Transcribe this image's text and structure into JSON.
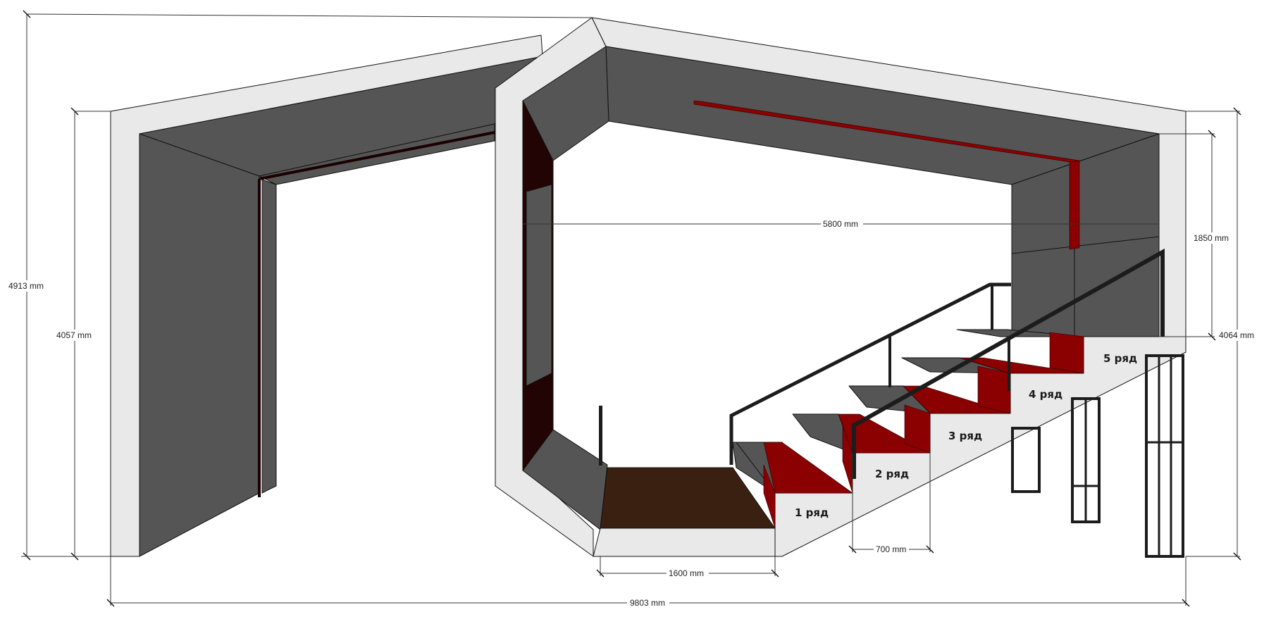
{
  "dimensions": {
    "overall_height": "4913 mm",
    "left_height": "4057 mm",
    "right_height": "4064 mm",
    "ceiling_drop": "1850 mm",
    "inner_width": "5800 mm",
    "step_depth": "700 mm",
    "landing_depth": "1600 mm",
    "overall_width": "9803 mm"
  },
  "rows": [
    "1 ряд",
    "2 ряд",
    "3 ряд",
    "4 ряд",
    "5 ряд"
  ],
  "colors": {
    "frame_face": "#e9e9e9",
    "panel": "#555555",
    "accent_red": "#8b0000",
    "floor": "#3a2010",
    "rail": "#1c1c1c"
  }
}
